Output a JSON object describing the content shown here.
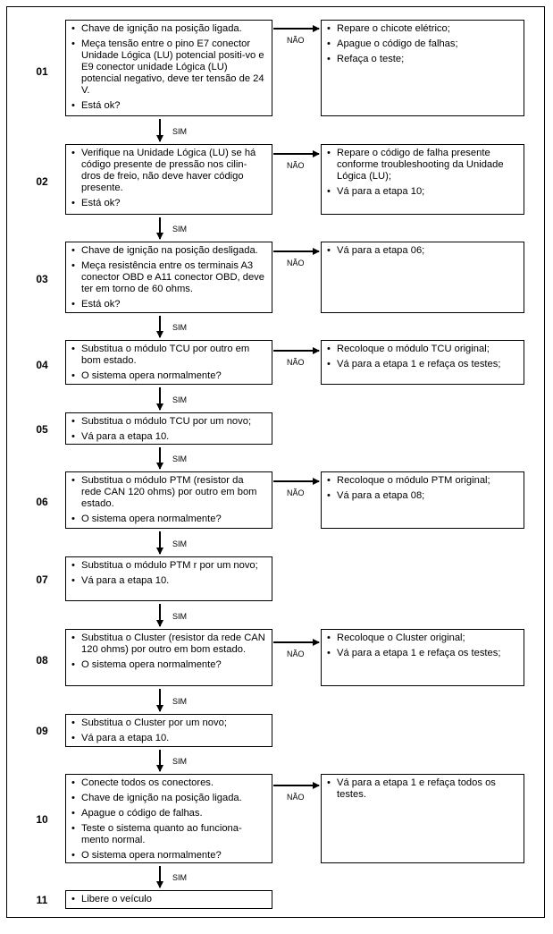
{
  "steps": [
    {
      "number": "01",
      "items": [
        "Chave de ignição na posição ligada.",
        "Meça tensão entre o pino E7 conector Unidade Lógica (LU) potencial positi-vo e E9 conector unidade Lógica (LU) potencial negativo, deve ter tensão de 24 V.",
        "Está ok?"
      ],
      "no_label": "NÃO",
      "no_items": [
        "Repare o chicote elétrico;",
        "Apague o código de falhas;",
        "Refaça o teste;"
      ],
      "yes_label": "SIM"
    },
    {
      "number": "02",
      "items": [
        "Verifique na Unidade Lógica (LU) se há código presente de pressão nos cilin-dros de freio, não deve haver código presente.",
        "Está ok?"
      ],
      "no_label": "NÃO",
      "no_items": [
        "Repare o código de falha presente conforme troubleshooting da Unidade Lógica (LU);",
        "Vá para a etapa 10;"
      ],
      "yes_label": "SIM"
    },
    {
      "number": "03",
      "items": [
        "Chave de ignição na posição desligada.",
        "Meça resistência entre os terminais A3 conector OBD e A11 conector OBD, deve ter em torno de 60 ohms.",
        "Está ok?"
      ],
      "no_label": "NÃO",
      "no_items": [
        "Vá para a etapa 06;"
      ],
      "yes_label": "SIM"
    },
    {
      "number": "04",
      "items": [
        "Substitua o módulo TCU por outro em bom estado.",
        "O sistema opera normalmente?"
      ],
      "no_label": "NÃO",
      "no_items": [
        "Recoloque o módulo TCU original;",
        "Vá para a etapa 1 e refaça os testes;"
      ],
      "yes_label": "SIM"
    },
    {
      "number": "05",
      "items": [
        "Substitua o módulo TCU por um novo;",
        "Vá para a etapa 10."
      ],
      "yes_label": "SIM"
    },
    {
      "number": "06",
      "items": [
        "Substitua o módulo PTM (resistor da rede CAN 120 ohms) por outro  em bom estado.",
        "O sistema opera normalmente?"
      ],
      "no_label": "NÃO",
      "no_items": [
        "Recoloque o módulo PTM original;",
        "Vá para a etapa 08;"
      ],
      "yes_label": "SIM"
    },
    {
      "number": "07",
      "items": [
        " Substitua o módulo PTM r por um novo;",
        "Vá para a etapa 10."
      ],
      "yes_label": "SIM"
    },
    {
      "number": "08",
      "items": [
        "Substitua o Cluster (resistor da rede CAN 120 ohms) por outro  em bom estado.",
        "O sistema opera normalmente?"
      ],
      "no_label": "NÃO",
      "no_items": [
        "Recoloque o Cluster original;",
        "Vá para a etapa 1 e refaça os testes;"
      ],
      "yes_label": "SIM"
    },
    {
      "number": "09",
      "items": [
        "Substitua o Cluster por um novo;",
        "Vá para a etapa 10."
      ],
      "yes_label": "SIM"
    },
    {
      "number": "10",
      "items": [
        "Conecte todos os conectores.",
        "Chave de ignição na posição ligada.",
        "Apague o código de falhas.",
        "Teste o sistema quanto ao funciona-mento normal.",
        "O sistema opera normalmente?"
      ],
      "no_label": "NÃO",
      "no_items": [
        "Vá para a etapa 1 e refaça todos os testes."
      ],
      "yes_label": "SIM"
    },
    {
      "number": "11",
      "items": [
        "Libere o veículo"
      ]
    }
  ]
}
